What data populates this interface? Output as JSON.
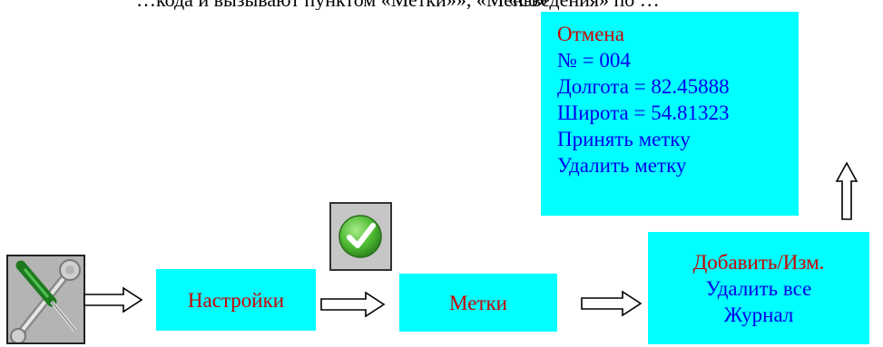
{
  "top_fragments": [
    "…кода и вызывают пунктом «Метки»», «Меню»",
    "«Сведения» по …"
  ],
  "menu": {
    "settings_label": "Настройки",
    "marks_label": "Метки",
    "actions": [
      "Добавить/Изм.",
      "Удалить все",
      "Журнал"
    ]
  },
  "mark_panel": {
    "cancel": "Отмена",
    "number": "№ = 004",
    "longitude": "Долгота = 82.45888",
    "latitude": "Широта = 54.81323",
    "accept": "Принять метку",
    "delete": "Удалить метку"
  },
  "icons": [
    "tools-icon",
    "checkmark-icon"
  ],
  "colors": {
    "box_fill": "#00ffff",
    "accent_red": "#cc0000",
    "text_blue": "#0000ee"
  }
}
